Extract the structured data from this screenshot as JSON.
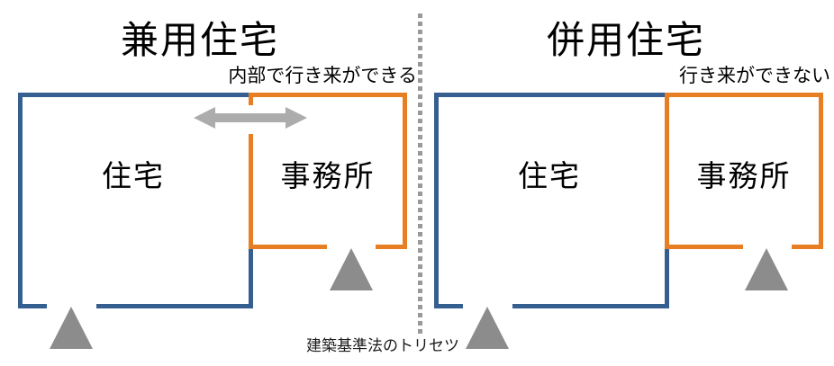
{
  "colors": {
    "blue": "#365F91",
    "orange": "#E87E23",
    "arrow_gray": "#ACACAC",
    "triangle_gray": "#8C8C8C",
    "dotted_gray": "#999999"
  },
  "left_panel": {
    "title": "兼用住宅",
    "subtitle": "内部で行き来ができる",
    "house_label": "住宅",
    "office_label": "事務所"
  },
  "right_panel": {
    "title": "併用住宅",
    "subtitle": "行き来ができない",
    "house_label": "住宅",
    "office_label": "事務所"
  },
  "footer": {
    "credit": "建築基準法のトリセツ"
  }
}
